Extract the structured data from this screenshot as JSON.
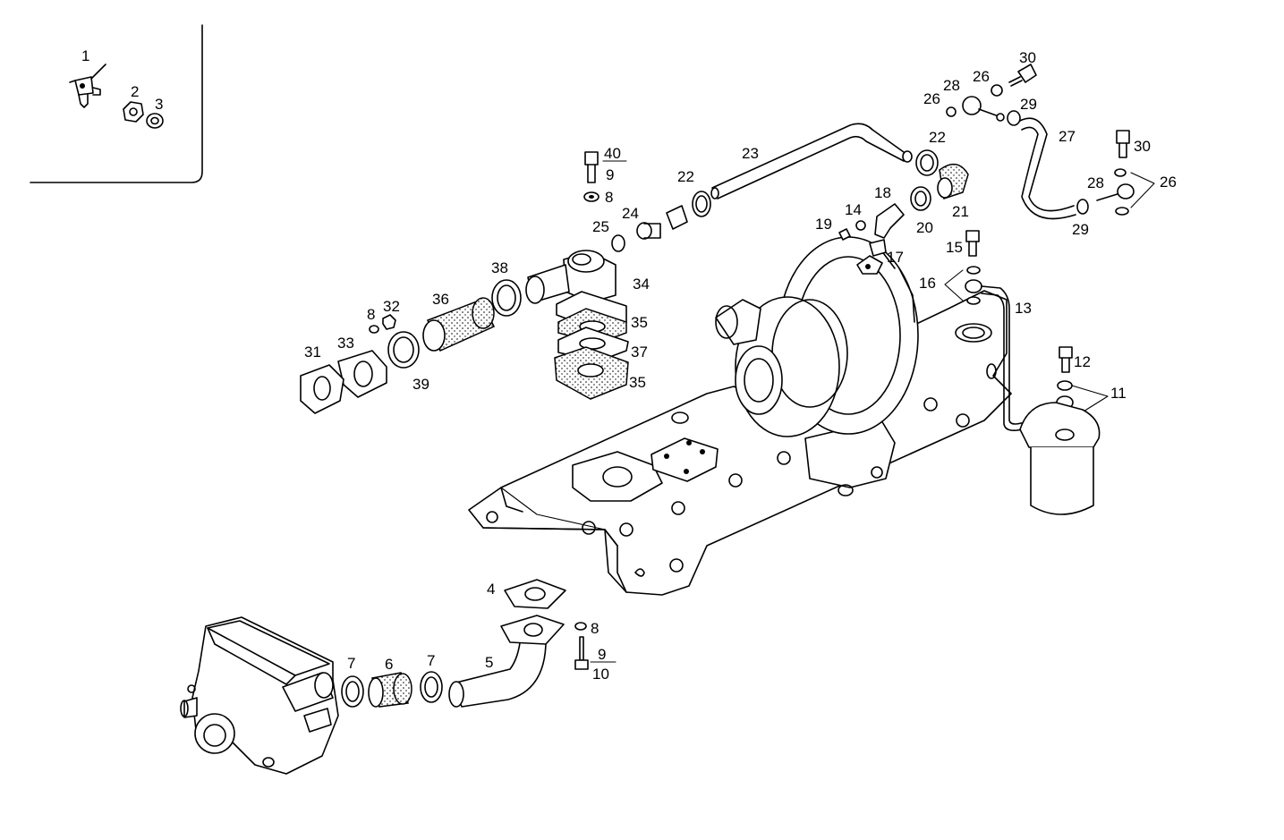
{
  "diagram": {
    "labels": [
      {
        "id": "l1",
        "text": "1"
      },
      {
        "id": "l2",
        "text": "2"
      },
      {
        "id": "l3",
        "text": "3"
      },
      {
        "id": "l4",
        "text": "4"
      },
      {
        "id": "l5",
        "text": "5"
      },
      {
        "id": "l6",
        "text": "6"
      },
      {
        "id": "l7a",
        "text": "7"
      },
      {
        "id": "l7b",
        "text": "7"
      },
      {
        "id": "l8a",
        "text": "8"
      },
      {
        "id": "l8b",
        "text": "8"
      },
      {
        "id": "l8c",
        "text": "8"
      },
      {
        "id": "l9a",
        "text": "9"
      },
      {
        "id": "l9b",
        "text": "9"
      },
      {
        "id": "l10",
        "text": "10"
      },
      {
        "id": "l11",
        "text": "11"
      },
      {
        "id": "l12",
        "text": "12"
      },
      {
        "id": "l13",
        "text": "13"
      },
      {
        "id": "l14",
        "text": "14"
      },
      {
        "id": "l15",
        "text": "15"
      },
      {
        "id": "l16",
        "text": "16"
      },
      {
        "id": "l17",
        "text": "17"
      },
      {
        "id": "l18",
        "text": "18"
      },
      {
        "id": "l19",
        "text": "19"
      },
      {
        "id": "l20",
        "text": "20"
      },
      {
        "id": "l21",
        "text": "21"
      },
      {
        "id": "l22a",
        "text": "22"
      },
      {
        "id": "l22b",
        "text": "22"
      },
      {
        "id": "l23",
        "text": "23"
      },
      {
        "id": "l24",
        "text": "24"
      },
      {
        "id": "l25",
        "text": "25"
      },
      {
        "id": "l26a",
        "text": "26"
      },
      {
        "id": "l26b",
        "text": "26"
      },
      {
        "id": "l26c",
        "text": "26"
      },
      {
        "id": "l27",
        "text": "27"
      },
      {
        "id": "l28a",
        "text": "28"
      },
      {
        "id": "l28b",
        "text": "28"
      },
      {
        "id": "l29a",
        "text": "29"
      },
      {
        "id": "l29b",
        "text": "29"
      },
      {
        "id": "l30a",
        "text": "30"
      },
      {
        "id": "l30b",
        "text": "30"
      },
      {
        "id": "l31",
        "text": "31"
      },
      {
        "id": "l32",
        "text": "32"
      },
      {
        "id": "l33",
        "text": "33"
      },
      {
        "id": "l34",
        "text": "34"
      },
      {
        "id": "l35a",
        "text": "35"
      },
      {
        "id": "l35b",
        "text": "35"
      },
      {
        "id": "l36",
        "text": "36"
      },
      {
        "id": "l37",
        "text": "37"
      },
      {
        "id": "l38",
        "text": "38"
      },
      {
        "id": "l39",
        "text": "39"
      },
      {
        "id": "l40",
        "text": "40"
      }
    ]
  }
}
